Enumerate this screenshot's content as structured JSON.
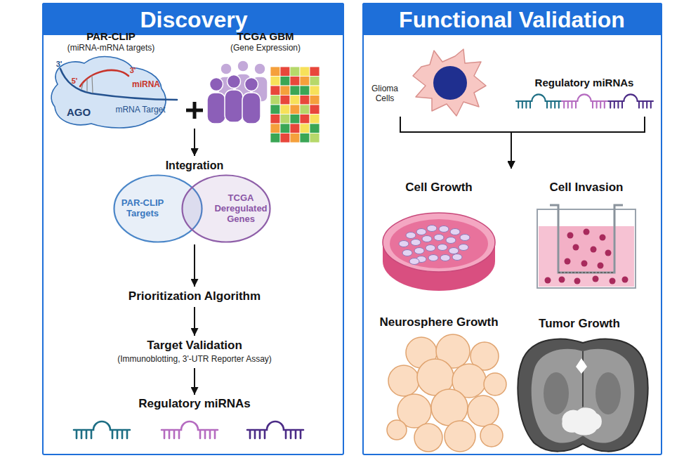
{
  "diagram": {
    "nodes": [
      {
        "text": [
          "Discovery"
        ]
      },
      {
        "text": [
          "PAR-CLIP",
          "(miRNA-mRNA targets)"
        ],
        "in": 0
      },
      {
        "text": [
          "TCGA GBM",
          "(Gene Expression)"
        ],
        "in": 0
      },
      {
        "text": [
          "Integration"
        ],
        "in": 0
      },
      {
        "text": [
          "PAR-CLIP Targets"
        ],
        "in": 3
      },
      {
        "text": [
          "TCGA Deregulated Genes"
        ],
        "in": 3
      },
      {
        "text": [
          "Prioritization Algorithm"
        ],
        "in": 0
      },
      {
        "text": [
          "Target Validation",
          "(Immunoblotting, 3'-UTR Reporter Assay)"
        ],
        "in": 0
      },
      {
        "text": [
          "Regulatory miRNAs"
        ],
        "in": 0
      },
      {
        "text": [
          "Functional Validation"
        ]
      },
      {
        "text": [
          "Glioma Cells"
        ],
        "in": 9
      },
      {
        "text": [
          "Regulatory miRNAs"
        ],
        "in": 9
      },
      {
        "text": [
          "Cell Growth"
        ],
        "in": 9
      },
      {
        "text": [
          "Cell Invasion"
        ],
        "in": 9
      },
      {
        "text": [
          "Neurosphere Growth"
        ],
        "in": 9
      },
      {
        "text": [
          "Tumor Growth"
        ],
        "in": 9
      }
    ],
    "edges": [
      {
        "from": 1,
        "to": 3,
        "arrow": "to"
      },
      {
        "from": 2,
        "to": 3,
        "arrow": "to"
      },
      {
        "from": 3,
        "to": 6,
        "arrow": "to"
      },
      {
        "from": 6,
        "to": 7,
        "arrow": "to"
      },
      {
        "from": 7,
        "to": 8,
        "arrow": "to"
      },
      {
        "from": 10,
        "to": 12,
        "arrow": "to"
      },
      {
        "from": 10,
        "to": 13,
        "arrow": "to"
      },
      {
        "from": 11,
        "to": 12,
        "arrow": "to"
      },
      {
        "from": 11,
        "to": 13,
        "arrow": "to"
      }
    ],
    "labels": [
      "3'",
      "5'",
      "3'",
      "miRNA",
      "mRNA Target",
      "AGO"
    ]
  }
}
